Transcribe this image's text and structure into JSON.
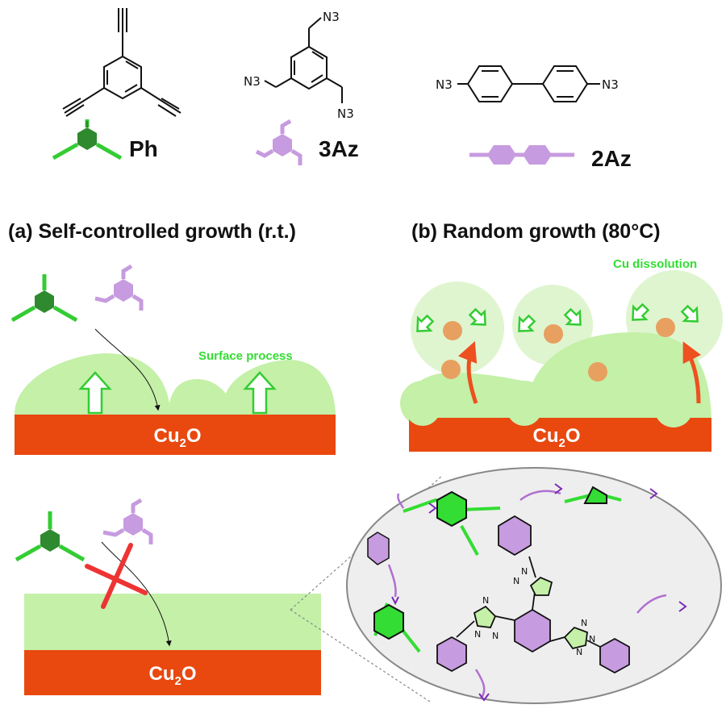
{
  "molecules": {
    "ph": {
      "label": "Ph"
    },
    "az3": {
      "label": "3Az",
      "azide": "N3"
    },
    "az2": {
      "label": "2Az",
      "azide": "N3"
    }
  },
  "panels": {
    "a": {
      "title": "(a) Self-controlled growth (r.t.)",
      "surface_note": "Surface process",
      "substrate_main": "Cu",
      "substrate_sub": "2",
      "substrate_tail": "O"
    },
    "b": {
      "title": "(b) Random growth (80°C)",
      "dissolution_note": "Cu dissolution",
      "substrate_main": "Cu",
      "substrate_sub": "2",
      "substrate_tail": "O"
    },
    "c": {
      "substrate_main": "Cu",
      "substrate_sub": "2",
      "substrate_tail": "O"
    }
  },
  "colors": {
    "ph_green": "#2f8a2f",
    "ph_arm": "#33cc33",
    "az_purple": "#c79bdf",
    "substrate": "#e9480f",
    "film": "#c4f0a8",
    "bubble": "#dff5d0",
    "particle": "#e8a060",
    "arrow_red": "#ee5020",
    "highlight_green": "#33dd33"
  }
}
